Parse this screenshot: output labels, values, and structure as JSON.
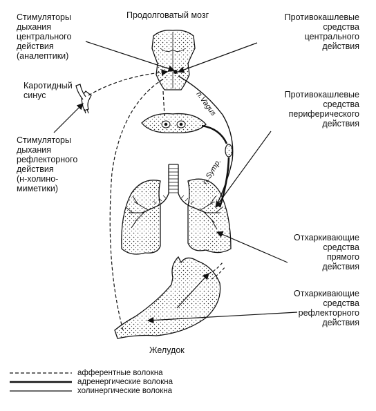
{
  "labels": {
    "brain": "Продолговатый мозг",
    "central_stimulants": [
      "Стимуляторы",
      "дыхания",
      "центрального",
      "действия",
      "(аналептики)"
    ],
    "central_antitussives": [
      "Противокашлевые",
      "средства",
      "центрального",
      "действия"
    ],
    "carotid": [
      "Каротидный",
      "синус"
    ],
    "peripheral_antitussives": [
      "Противокашлевые",
      "средства",
      "периферического",
      "действия"
    ],
    "reflex_stimulants": [
      "Стимуляторы",
      "дыхания",
      "рефлекторного",
      "действия",
      "(н-холино-",
      "миметики)"
    ],
    "direct_expectorants": [
      "Отхаркивающие",
      "средства",
      "прямого",
      "действия"
    ],
    "reflex_expectorants": [
      "Отхаркивающие",
      "средства",
      "рефлекторного",
      "действия"
    ],
    "stomach": "Желудок",
    "n_vagus": "n.Vagus",
    "n_symp": "n.Symp."
  },
  "legend": [
    {
      "style": "dashed",
      "text": "афферентные волокна"
    },
    {
      "style": "thick",
      "text": "адренергические волокна"
    },
    {
      "style": "thin",
      "text": "холинергические волокна"
    }
  ]
}
